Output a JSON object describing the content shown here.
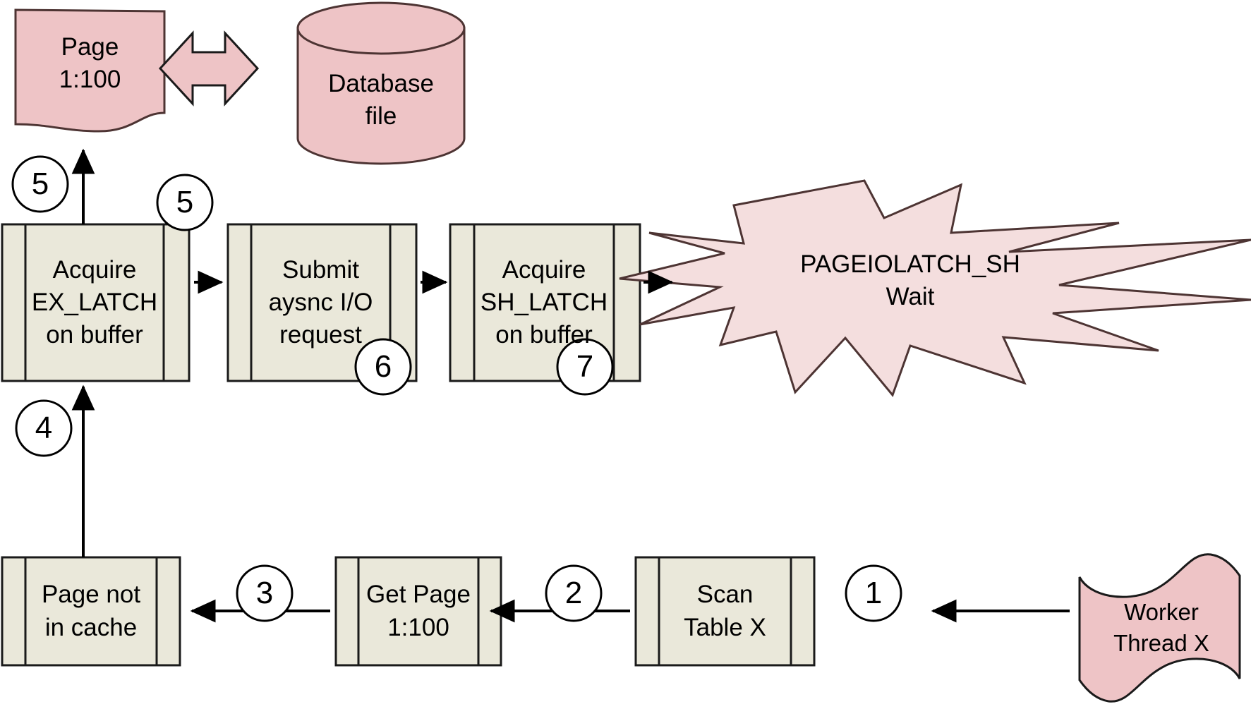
{
  "diagram": {
    "title": "SQL Server PAGEIOLATCH_SH wait flow",
    "colors": {
      "pink_fill": "#EEC4C6",
      "pink_light_fill": "#F4DEDE",
      "pink_stroke": "#4D3433",
      "box_fill": "#EAE8DA",
      "box_stroke": "#1A1A1A",
      "arrow": "#000000",
      "background": "#FFFFFF"
    },
    "nodes": {
      "page_buffer": {
        "line1": "Page",
        "line2": "1:100",
        "shape": "document"
      },
      "database_file": {
        "line1": "Database",
        "line2": "file",
        "shape": "cylinder"
      },
      "acquire_ex_latch": {
        "line1": "Acquire",
        "line2": "EX_LATCH",
        "line3": "on buffer",
        "shape": "predefined-process"
      },
      "submit_async_io": {
        "line1": "Submit",
        "line2": "aysnc I/O",
        "line3": "request",
        "shape": "predefined-process"
      },
      "acquire_sh_latch": {
        "line1": "Acquire",
        "line2": "SH_LATCH",
        "line3": "on buffer",
        "shape": "predefined-process"
      },
      "pageiolatch_wait": {
        "line1": "PAGEIOLATCH_SH",
        "line2": "Wait",
        "shape": "explosion"
      },
      "page_not_in_cache": {
        "line1": "Page not",
        "line2": "in cache",
        "shape": "predefined-process"
      },
      "get_page": {
        "line1": "Get Page",
        "line2": "1:100",
        "shape": "predefined-process"
      },
      "scan_table": {
        "line1": "Scan",
        "line2": "Table X",
        "shape": "predefined-process"
      },
      "worker_thread": {
        "line1": "Worker",
        "line2": "Thread X",
        "shape": "wave"
      }
    },
    "step_markers": [
      {
        "id": "step-5-page",
        "label": "5"
      },
      {
        "id": "step-5-submit",
        "label": "5"
      },
      {
        "id": "step-6",
        "label": "6"
      },
      {
        "id": "step-7",
        "label": "7"
      },
      {
        "id": "step-4",
        "label": "4"
      },
      {
        "id": "step-3",
        "label": "3"
      },
      {
        "id": "step-2",
        "label": "2"
      },
      {
        "id": "step-1",
        "label": "1"
      }
    ]
  }
}
